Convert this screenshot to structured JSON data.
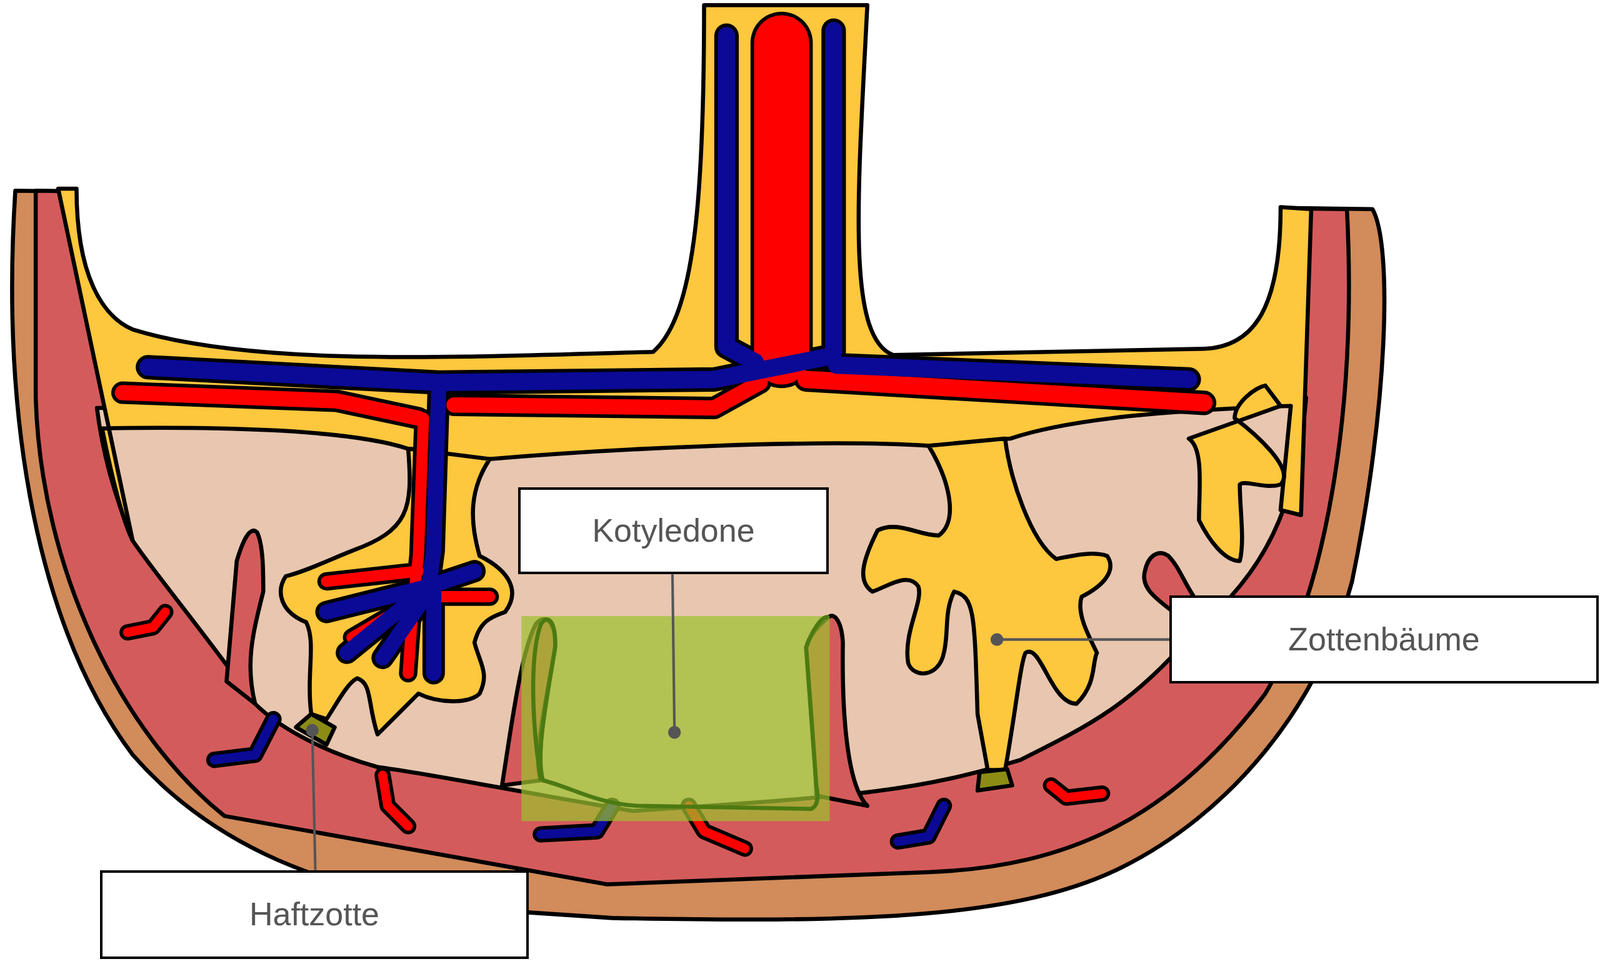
{
  "diagram": {
    "nodes": [
      {
        "text": [
          "Kotyledone"
        ]
      },
      {
        "text": [
          "Zottenbäume"
        ]
      },
      {
        "text": [
          "Haftzotte"
        ]
      }
    ]
  }
}
